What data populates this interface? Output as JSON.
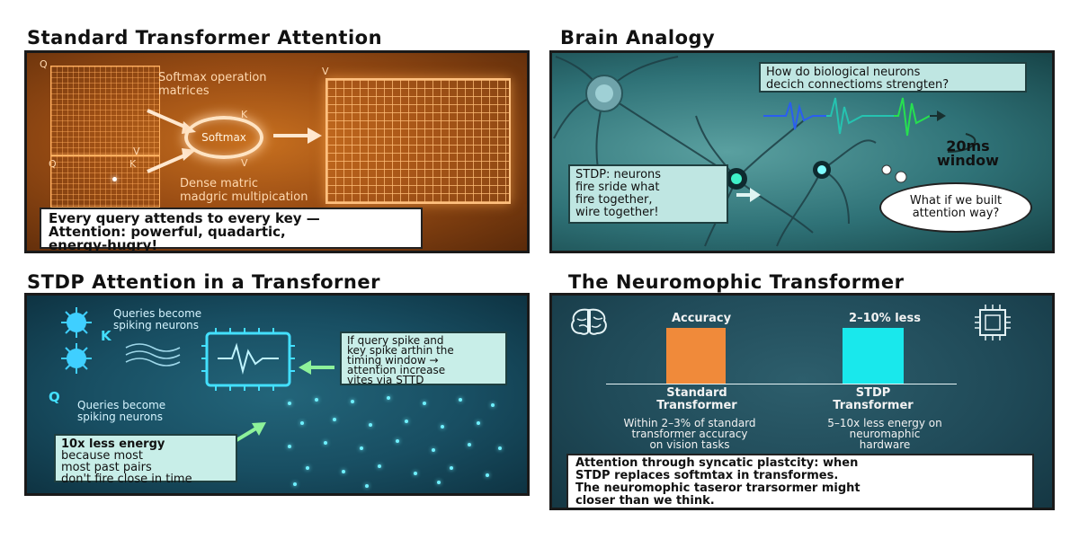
{
  "panels": {
    "p1": {
      "title": "Standard Transformer Attention",
      "labels": {
        "q_top": "Q",
        "q_mid": "Q",
        "k_mid": "K",
        "v_low": "V",
        "k_ring": "K",
        "v_ring": "V",
        "v_big": "V"
      },
      "softmax_caption": "Softmax operation\nmatrices",
      "ring_label": "Softmax",
      "dense_caption": "Dense matric\nmadgric multipication",
      "summary": "Every query attends to every key —\nAttention: powerful, quadartic,\nenergy-hugry!"
    },
    "p2": {
      "title": "Brain Analogy",
      "question": "How do biological neurons\ndecich connectioms strengten?",
      "window_label": "20ms\nwindow",
      "stdp_note": "STDP: neurons\nfire sride what\nfire together,\nwire together!",
      "thought": "What if we built\nattention way?"
    },
    "p3": {
      "title": "STDP Attention in a Transforner",
      "queries_top": "Queries become\nspiking neurons",
      "k_label": "K",
      "q_label": "Q",
      "queries_bottom": "Queries become\nspiking neurons",
      "rule_note": "If query spike and\nkey spike arthin the\ntiming window →\nattention increase\nvites via STTD",
      "energy_bold": "10x less energy",
      "energy_rest": "because most\nmost past pairs\ndon't fire close in time"
    },
    "p4": {
      "title": "The Neuromophic Transformer",
      "left_header": "Accuracy",
      "right_header": "2–10% less",
      "left_label": "Standard\nTransformer",
      "right_label": "STDP\nTransformer",
      "left_note": "Within 2–3% of standard\ntransformer accuracy\non vision tasks",
      "right_note": "5–10x less energy on\nneuromaphic\nhardware",
      "conclusion": "Attention through syncatic plastcity: when\nSTDP replaces softmtax in transformes.\nThe neuromophic taseror trarsormer might\ncloser than we think."
    }
  },
  "colors": {
    "orange_bar": "#f08a3a",
    "cyan_bar": "#19e8ec",
    "accent_cyan": "#38d8ff"
  }
}
